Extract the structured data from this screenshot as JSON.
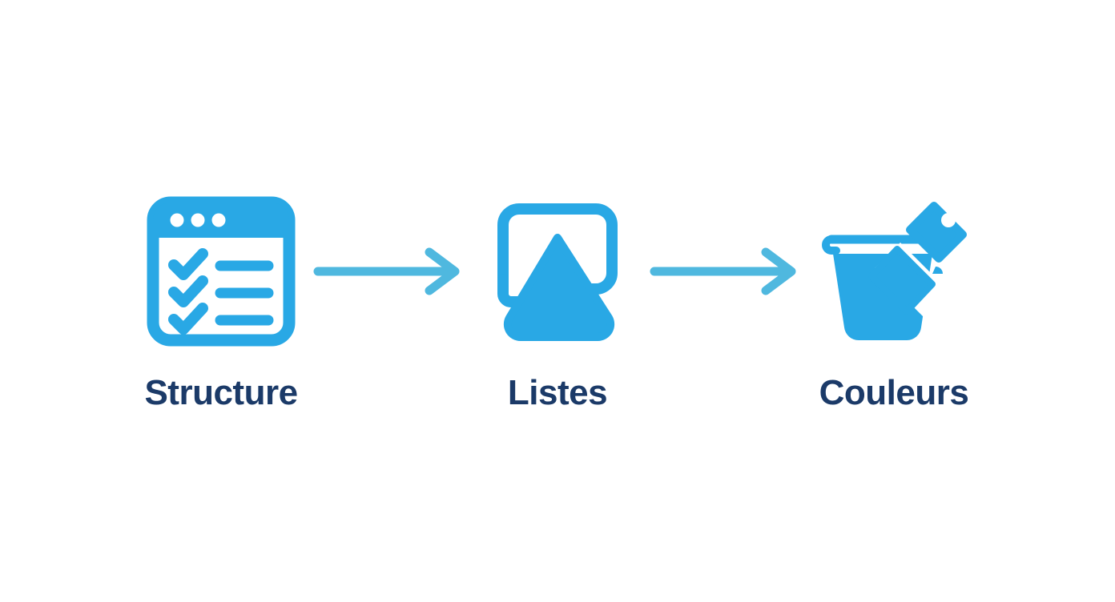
{
  "diagram": {
    "type": "process-flow",
    "orientation": "horizontal",
    "background_color": "#ffffff",
    "title": "",
    "colors": {
      "icon_blue": "#29a8e5",
      "arrow_blue": "#4fb8df",
      "label_navy": "#1b3a68"
    },
    "steps": [
      {
        "id": "structure",
        "label": "Structure",
        "icon": "checklist-window-icon",
        "icon_description": "Browser window with three traffic-light dots and three checked list rows"
      },
      {
        "id": "listes",
        "label": "Listes",
        "icon": "bullet-list-triangle-icon",
        "icon_description": "Rounded open frame outline with a filled triangle overlapping it"
      },
      {
        "id": "couleurs",
        "label": "Couleurs",
        "icon": "paint-bucket-brush-icon",
        "icon_description": "Filled paint bucket with handle and a diagonal paint brush"
      }
    ],
    "connectors": [
      {
        "id": "arrow-1",
        "from": "structure",
        "to": "listes",
        "icon": "arrow-right-icon"
      },
      {
        "id": "arrow-2",
        "from": "listes",
        "to": "couleurs",
        "icon": "arrow-right-icon"
      }
    ]
  }
}
